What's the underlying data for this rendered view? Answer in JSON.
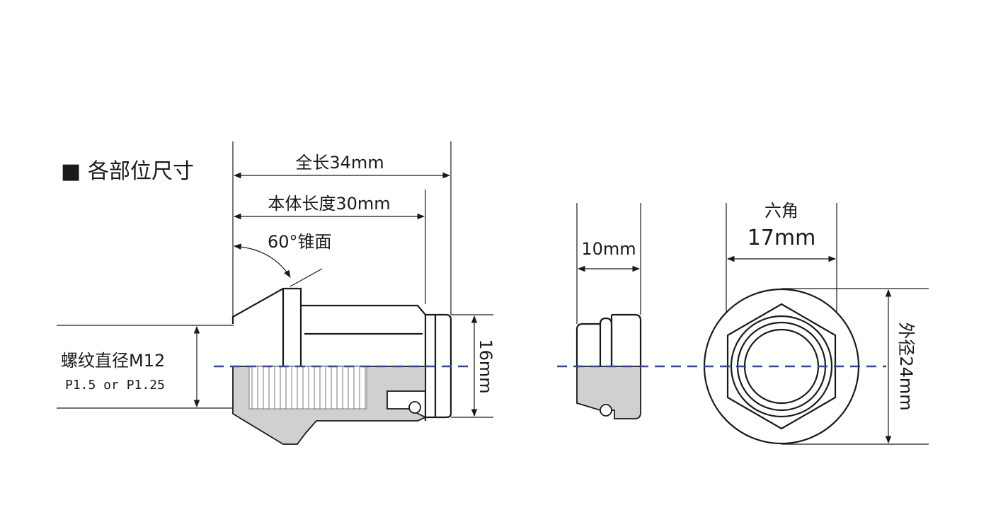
{
  "heading": "各部位尺寸",
  "heading_marker": "■",
  "dimensions": {
    "overall_length": "全长34mm",
    "body_length": "本体长度30mm",
    "seat_angle": "60°锥面",
    "thread_diameter": "螺纹直径M12",
    "thread_pitch": "P1.5 or P1.25",
    "flange_height": "16mm",
    "side_width": "10mm",
    "hex_label_line1": "六角",
    "hex_label_line2": "17mm",
    "outer_diameter": "外径24mm"
  },
  "colors": {
    "centerline": "#2b4a9a",
    "section_fill": "#d0d0d0",
    "line": "#1a1a1a"
  }
}
